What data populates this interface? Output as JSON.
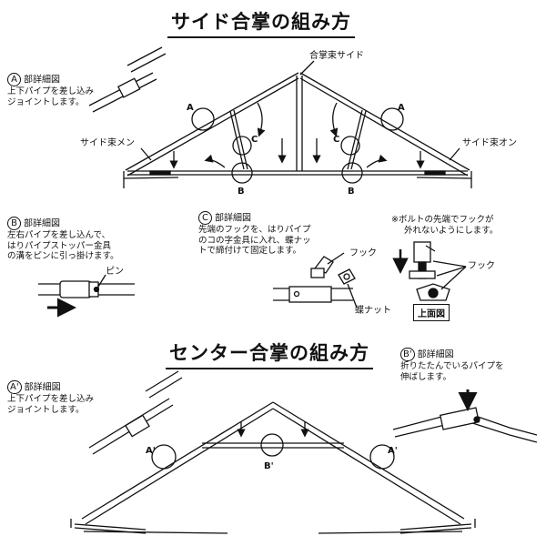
{
  "titles": {
    "side": "サイド合掌の組み方",
    "center": "センター合掌の組み方"
  },
  "markers": {
    "A": "A",
    "B": "B",
    "C": "C",
    "A_prime": "A'",
    "B_prime": "B'"
  },
  "side": {
    "ridge_label": "合掌束サイド",
    "left_label": "サイド束メン",
    "right_label": "サイド束オン",
    "detail_A": {
      "heading": "部詳細図",
      "lines": [
        "上下パイプを差し込み",
        "ジョイントします。"
      ]
    },
    "detail_B": {
      "heading": "部詳細図",
      "lines": [
        "左右パイプを差し込んで、",
        "はりパイプストッパー金具",
        "の溝をピンに引っ掛けます。"
      ],
      "pin_label": "ピン"
    },
    "detail_C": {
      "heading": "部詳細図",
      "lines": [
        "先端のフックを、はりパイプ",
        "のコの字金具に入れ、蝶ナッ",
        "トで締付けて固定します。"
      ],
      "hook_label": "フック",
      "wingnut_label": "蝶ナット"
    },
    "bolt_note": {
      "lines": [
        "※ボルトの先端でフックが",
        "外れないようにします。"
      ],
      "hook_label": "フック",
      "top_view_label": "上面図"
    }
  },
  "center": {
    "detail_A": {
      "heading": "部詳細図",
      "lines": [
        "上下パイプを差し込み",
        "ジョイントします。"
      ]
    },
    "detail_B": {
      "heading": "部詳細図",
      "lines": [
        "折りたたんでいるパイプを",
        "伸ばします。"
      ]
    }
  }
}
